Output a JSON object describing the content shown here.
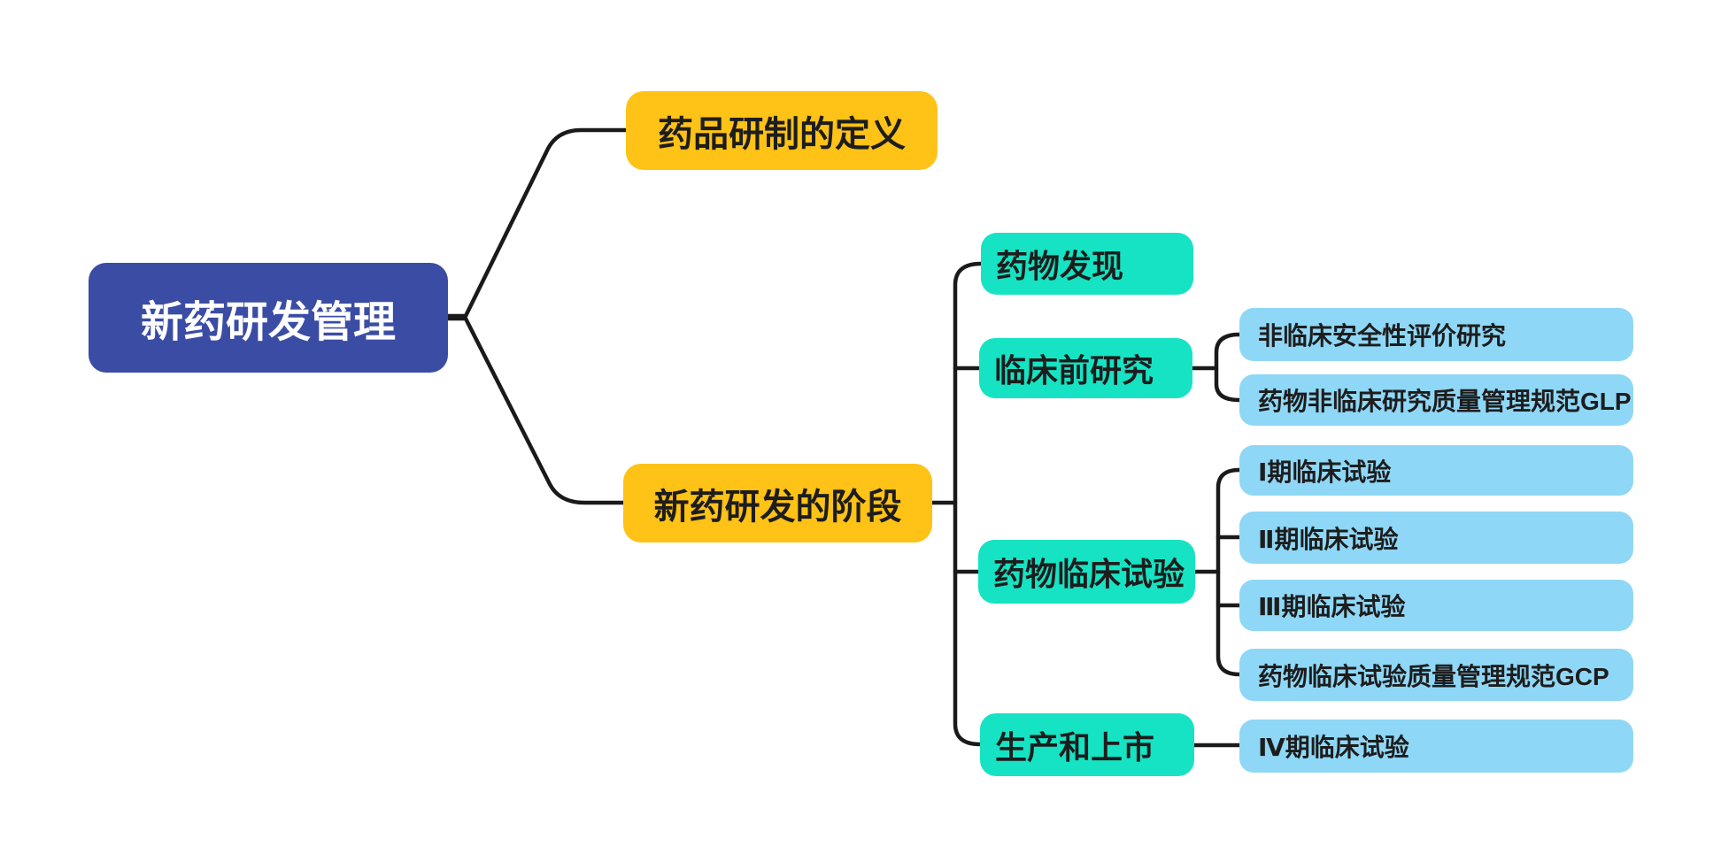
{
  "mindmap": {
    "root": {
      "label": "新药研发管理"
    },
    "branches": [
      {
        "label": "药品研制的定义",
        "children": []
      },
      {
        "label": "新药研发的阶段",
        "children": [
          {
            "label": "药物发现",
            "children": []
          },
          {
            "label": "临床前研究",
            "children": [
              {
                "label": "非临床安全性评价研究"
              },
              {
                "label": "药物非临床研究质量管理规范GLP"
              }
            ]
          },
          {
            "label": "药物临床试验",
            "children": [
              {
                "label": "Ⅰ期临床试验"
              },
              {
                "label": "Ⅱ期临床试验"
              },
              {
                "label": "Ⅲ期临床试验"
              },
              {
                "label": "药物临床试验质量管理规范GCP"
              }
            ]
          },
          {
            "label": "生产和上市",
            "children": [
              {
                "label": "Ⅳ期临床试验"
              }
            ]
          }
        ]
      }
    ],
    "colors": {
      "root_fill": "#3B4CA4",
      "root_text": "#FFFFFF",
      "branch_fill": "#FFC216",
      "sub_fill": "#16E3C3",
      "leaf_fill": "#8FD7F6",
      "node_text": "#1D1D1D",
      "connector": "#1A1A1A",
      "background": "#FFFFFF"
    }
  }
}
